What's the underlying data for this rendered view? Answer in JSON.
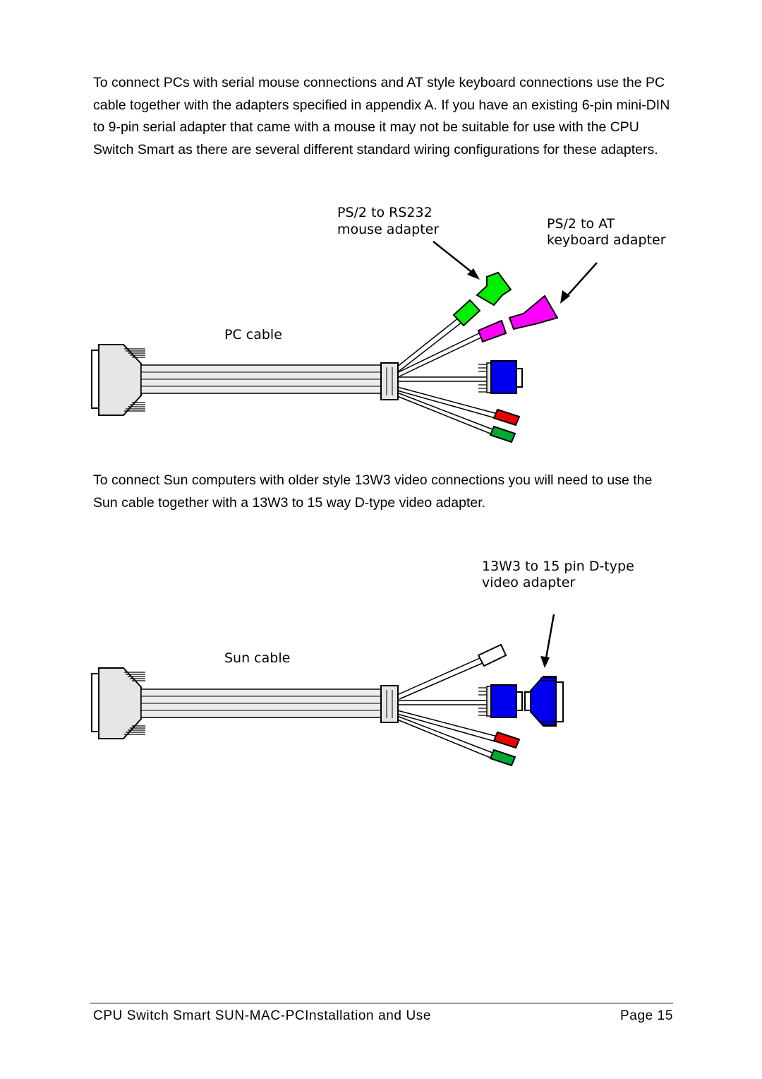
{
  "page": {
    "paragraph1": "To connect PCs with serial mouse connections and AT style keyboard connections use the PC cable together with the adapters specified in appendix A. If you have an existing 6-pin mini-DIN to 9-pin serial adapter that came with a mouse it may not be suitable for use with the CPU Switch Smart as there are several different standard wiring configurations for these adapters.",
    "paragraph2": "To connect Sun computers with older style 13W3 video connections you will need to use the Sun cable together with a 13W3 to 15 way D-type video adapter."
  },
  "figure_pc": {
    "mouse_adapter_line1": "PS/2 to RS232",
    "mouse_adapter_line2": "mouse adapter",
    "keyboard_adapter_line1": "PS/2 to AT",
    "keyboard_adapter_line2": "keyboard adapter",
    "cable_label": "PC cable"
  },
  "figure_sun": {
    "video_adapter_line1": "13W3 to 15 pin D-type",
    "video_adapter_line2": "video adapter",
    "cable_label": "Sun cable"
  },
  "colors": {
    "green": "#00ee00",
    "magenta": "#ff00ff",
    "blue": "#0000ee",
    "red": "#ee0000",
    "dark_green": "#00aa33",
    "connector_grey": "#e6e6e6"
  },
  "footer": {
    "title": "CPU Switch Smart SUN-MAC-PCInstallation and Use",
    "page": "Page 15"
  }
}
